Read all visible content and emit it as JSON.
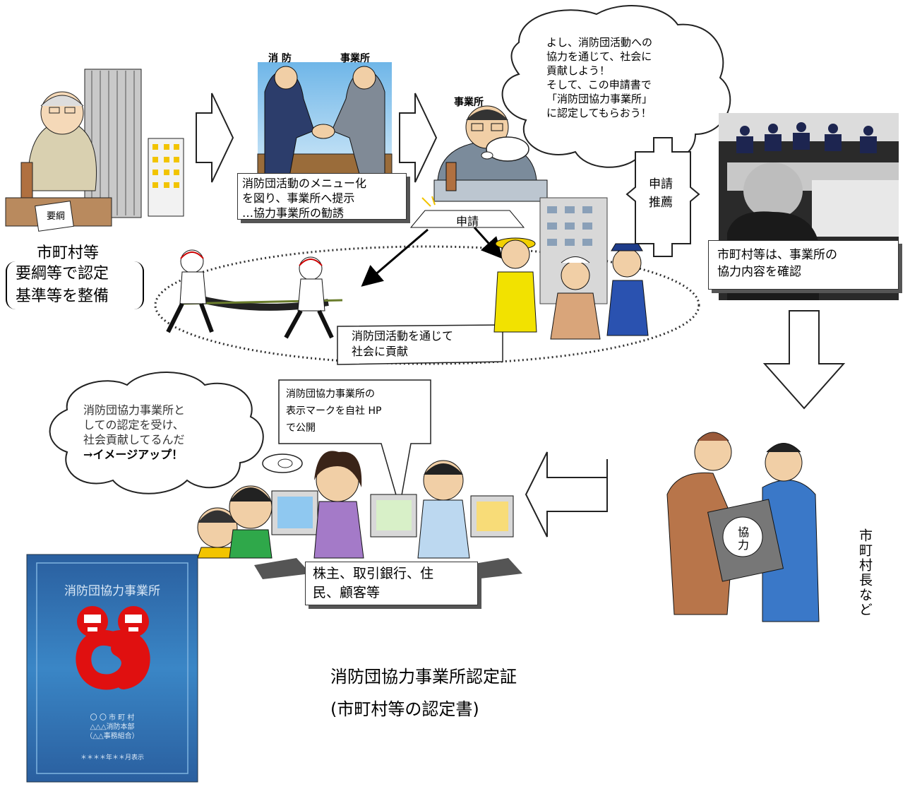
{
  "steps": {
    "municipality": {
      "tag": "要綱",
      "title": "市町村等",
      "desc_line1": "要綱等で認定",
      "desc_line2": "基準等を整備"
    },
    "fire_office": {
      "label_fire": "消 防",
      "label_office": "事業所",
      "desc_line1": "消防団活動のメニュー化",
      "desc_line2": "を図り、事業所へ提示",
      "desc_line3": "…協力事業所の勧誘"
    },
    "office": {
      "label": "事業所",
      "bubble_line1": "よし、消防団活動への",
      "bubble_line2": "協力を通じて、社会に",
      "bubble_line3": "貢献しよう！",
      "bubble_line4": "そして、この申請書で",
      "bubble_line5": "「消防団協力事業所」",
      "bubble_line6": "に認定してもらおう！",
      "application_tag": "申請",
      "exchange_line1": "申請",
      "exchange_line2": "推薦"
    },
    "review": {
      "desc_line1": "市町村等は、事業所の",
      "desc_line2": "協力内容を確認"
    },
    "activity": {
      "scroll_line1": "消防団活動を通じて",
      "scroll_line2": "社会に貢献"
    },
    "certification": {
      "badge_text": "協力",
      "side_label": "市町村長など"
    },
    "publicity": {
      "bubble_line1": "消防団協力事業所と",
      "bubble_line2": "しての認定を受け、",
      "bubble_line3": "社会貢献してるんだ",
      "bubble_line4": "→イメージアップ！",
      "callout_line1": "消防団協力事業所の",
      "callout_line2": "表示マークを自社 HP",
      "callout_line3": "で公開",
      "audience_line1": "株主、取引銀行、住",
      "audience_line2": "民、顧客等"
    }
  },
  "certificate": {
    "title": "消防団協力事業所",
    "issuer_line1": "〇 〇 市 町 村",
    "issuer_line2": "△△△消防本部",
    "issuer_line3": "（△△事務組合）",
    "date": "＊＊＊＊年＊＊月表示",
    "caption_line1": "消防団協力事業所認定証",
    "caption_line2": "(市町村等の認定書)"
  },
  "colors": {
    "certificate_blue": "#2f6fb0",
    "mark_red": "#e01010",
    "flow_arrow": "#ffffff"
  }
}
